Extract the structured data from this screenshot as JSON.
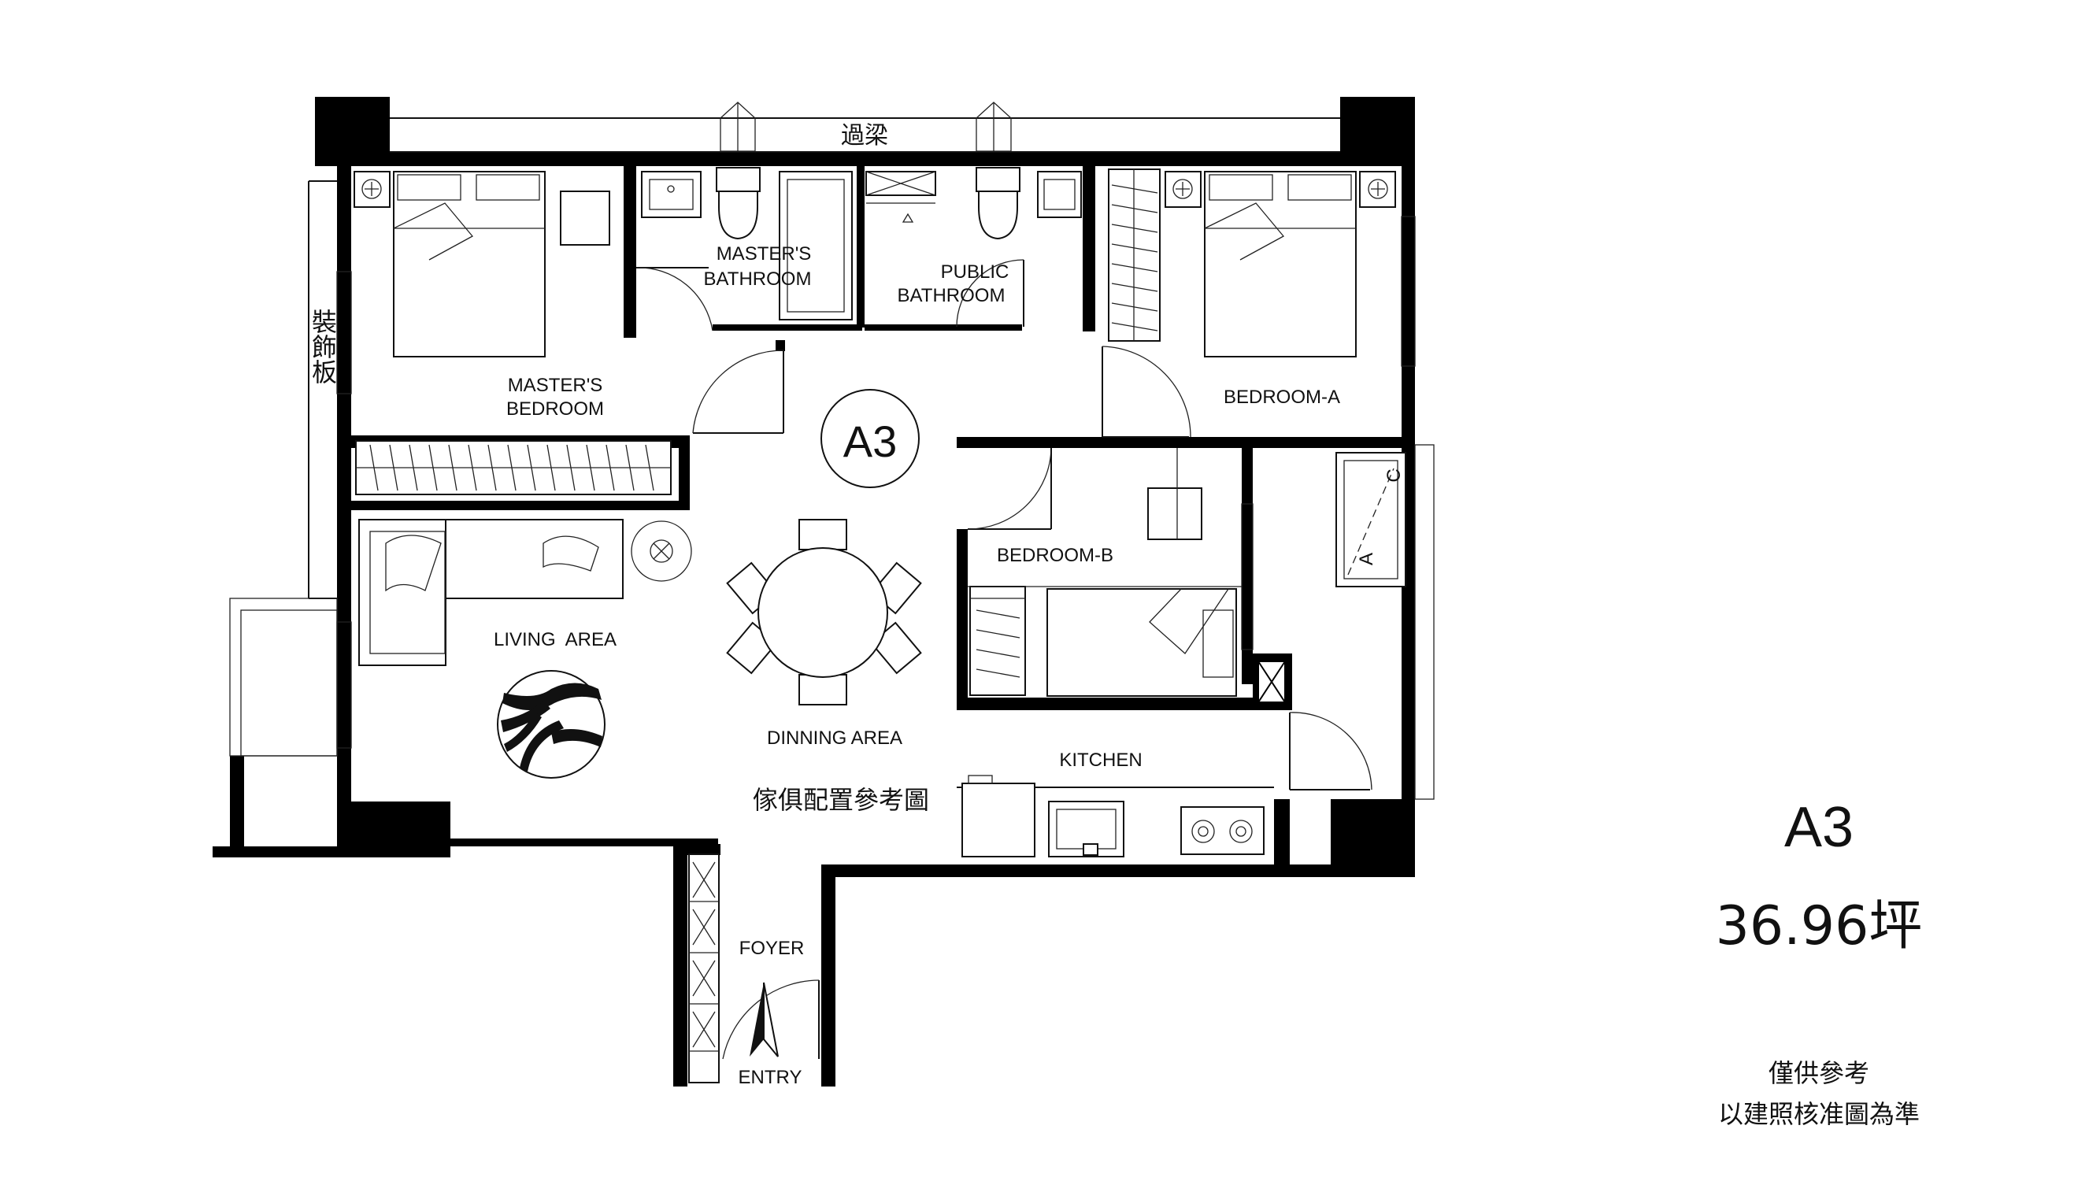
{
  "plan": {
    "beam_label": "過梁",
    "deco_panel_label": "裝飾板",
    "unit_tag": "A3",
    "furniture_caption": "傢俱配置參考圖",
    "rooms": {
      "master_bedroom": [
        "MASTER'S",
        "BEDROOM"
      ],
      "master_bathroom": [
        "MASTER'S",
        "BATHROOM"
      ],
      "public_bathroom": [
        "PUBLIC",
        "BATHROOM"
      ],
      "bedroom_a": "BEDROOM-A",
      "bedroom_b": "BEDROOM-B",
      "living_area": "LIVING  AREA",
      "dining_area": "DINNING AREA",
      "kitchen": "KITCHEN",
      "foyer": "FOYER",
      "entry": "ENTRY"
    },
    "ac_marks": [
      "A",
      "C"
    ]
  },
  "info": {
    "unit_code": "A3",
    "area": "36.96坪",
    "note_line1": "僅供參考",
    "note_line2": "以建照核准圖為準"
  },
  "colors": {
    "wall": "#000000",
    "line": "#111111",
    "background": "#ffffff"
  }
}
